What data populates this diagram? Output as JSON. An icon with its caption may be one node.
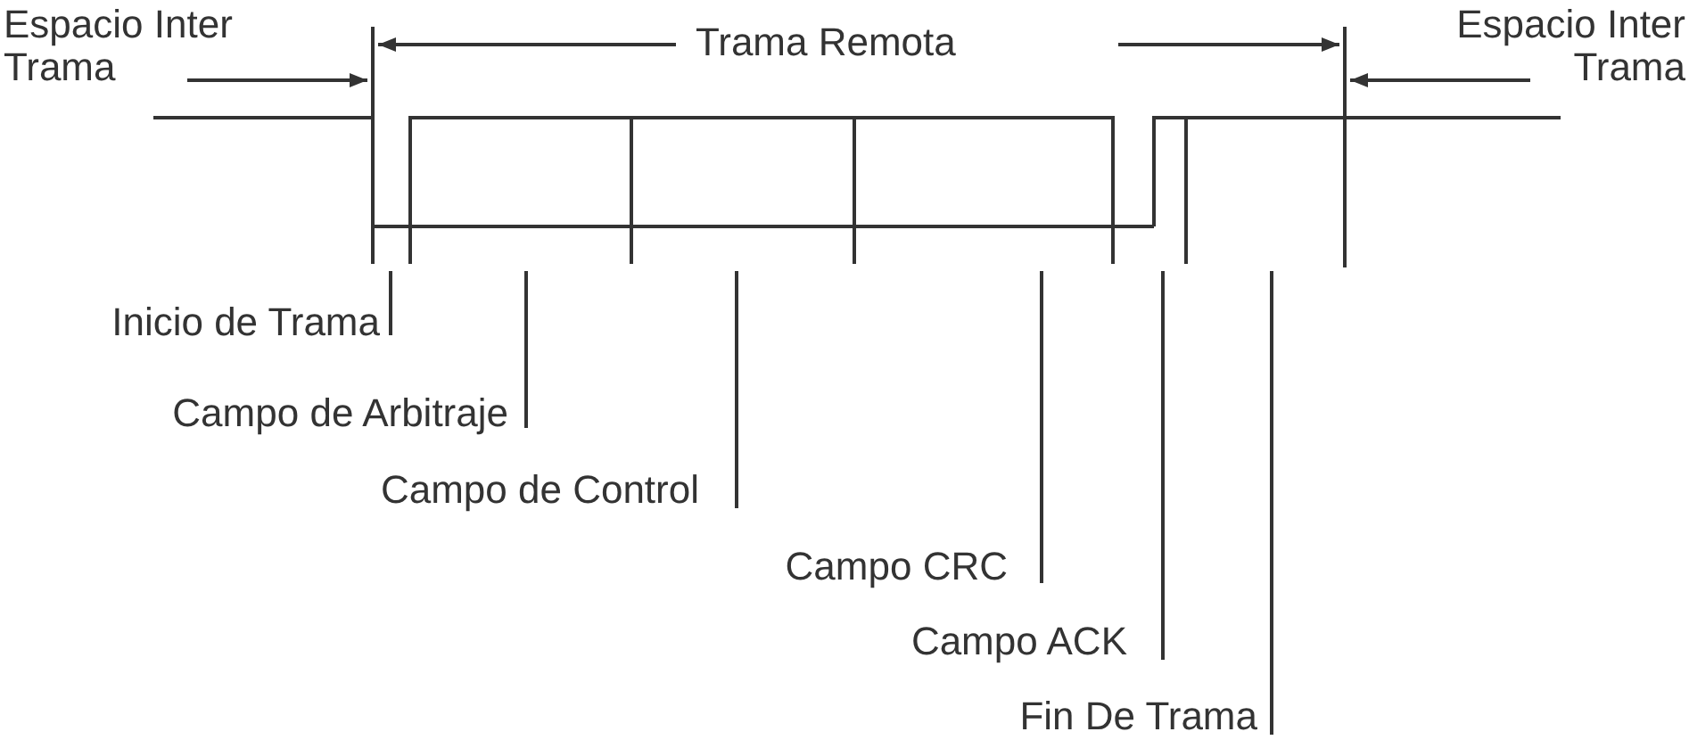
{
  "diagram": {
    "labels": [
      "Espacio Inter Trama",
      "Trama Remota",
      "Espacio Inter Trama",
      "Inicio de Trama",
      "Campo de Arbitraje",
      "Campo de Control",
      "Campo CRC",
      "Campo ACK",
      "Fin De Trama"
    ]
  }
}
